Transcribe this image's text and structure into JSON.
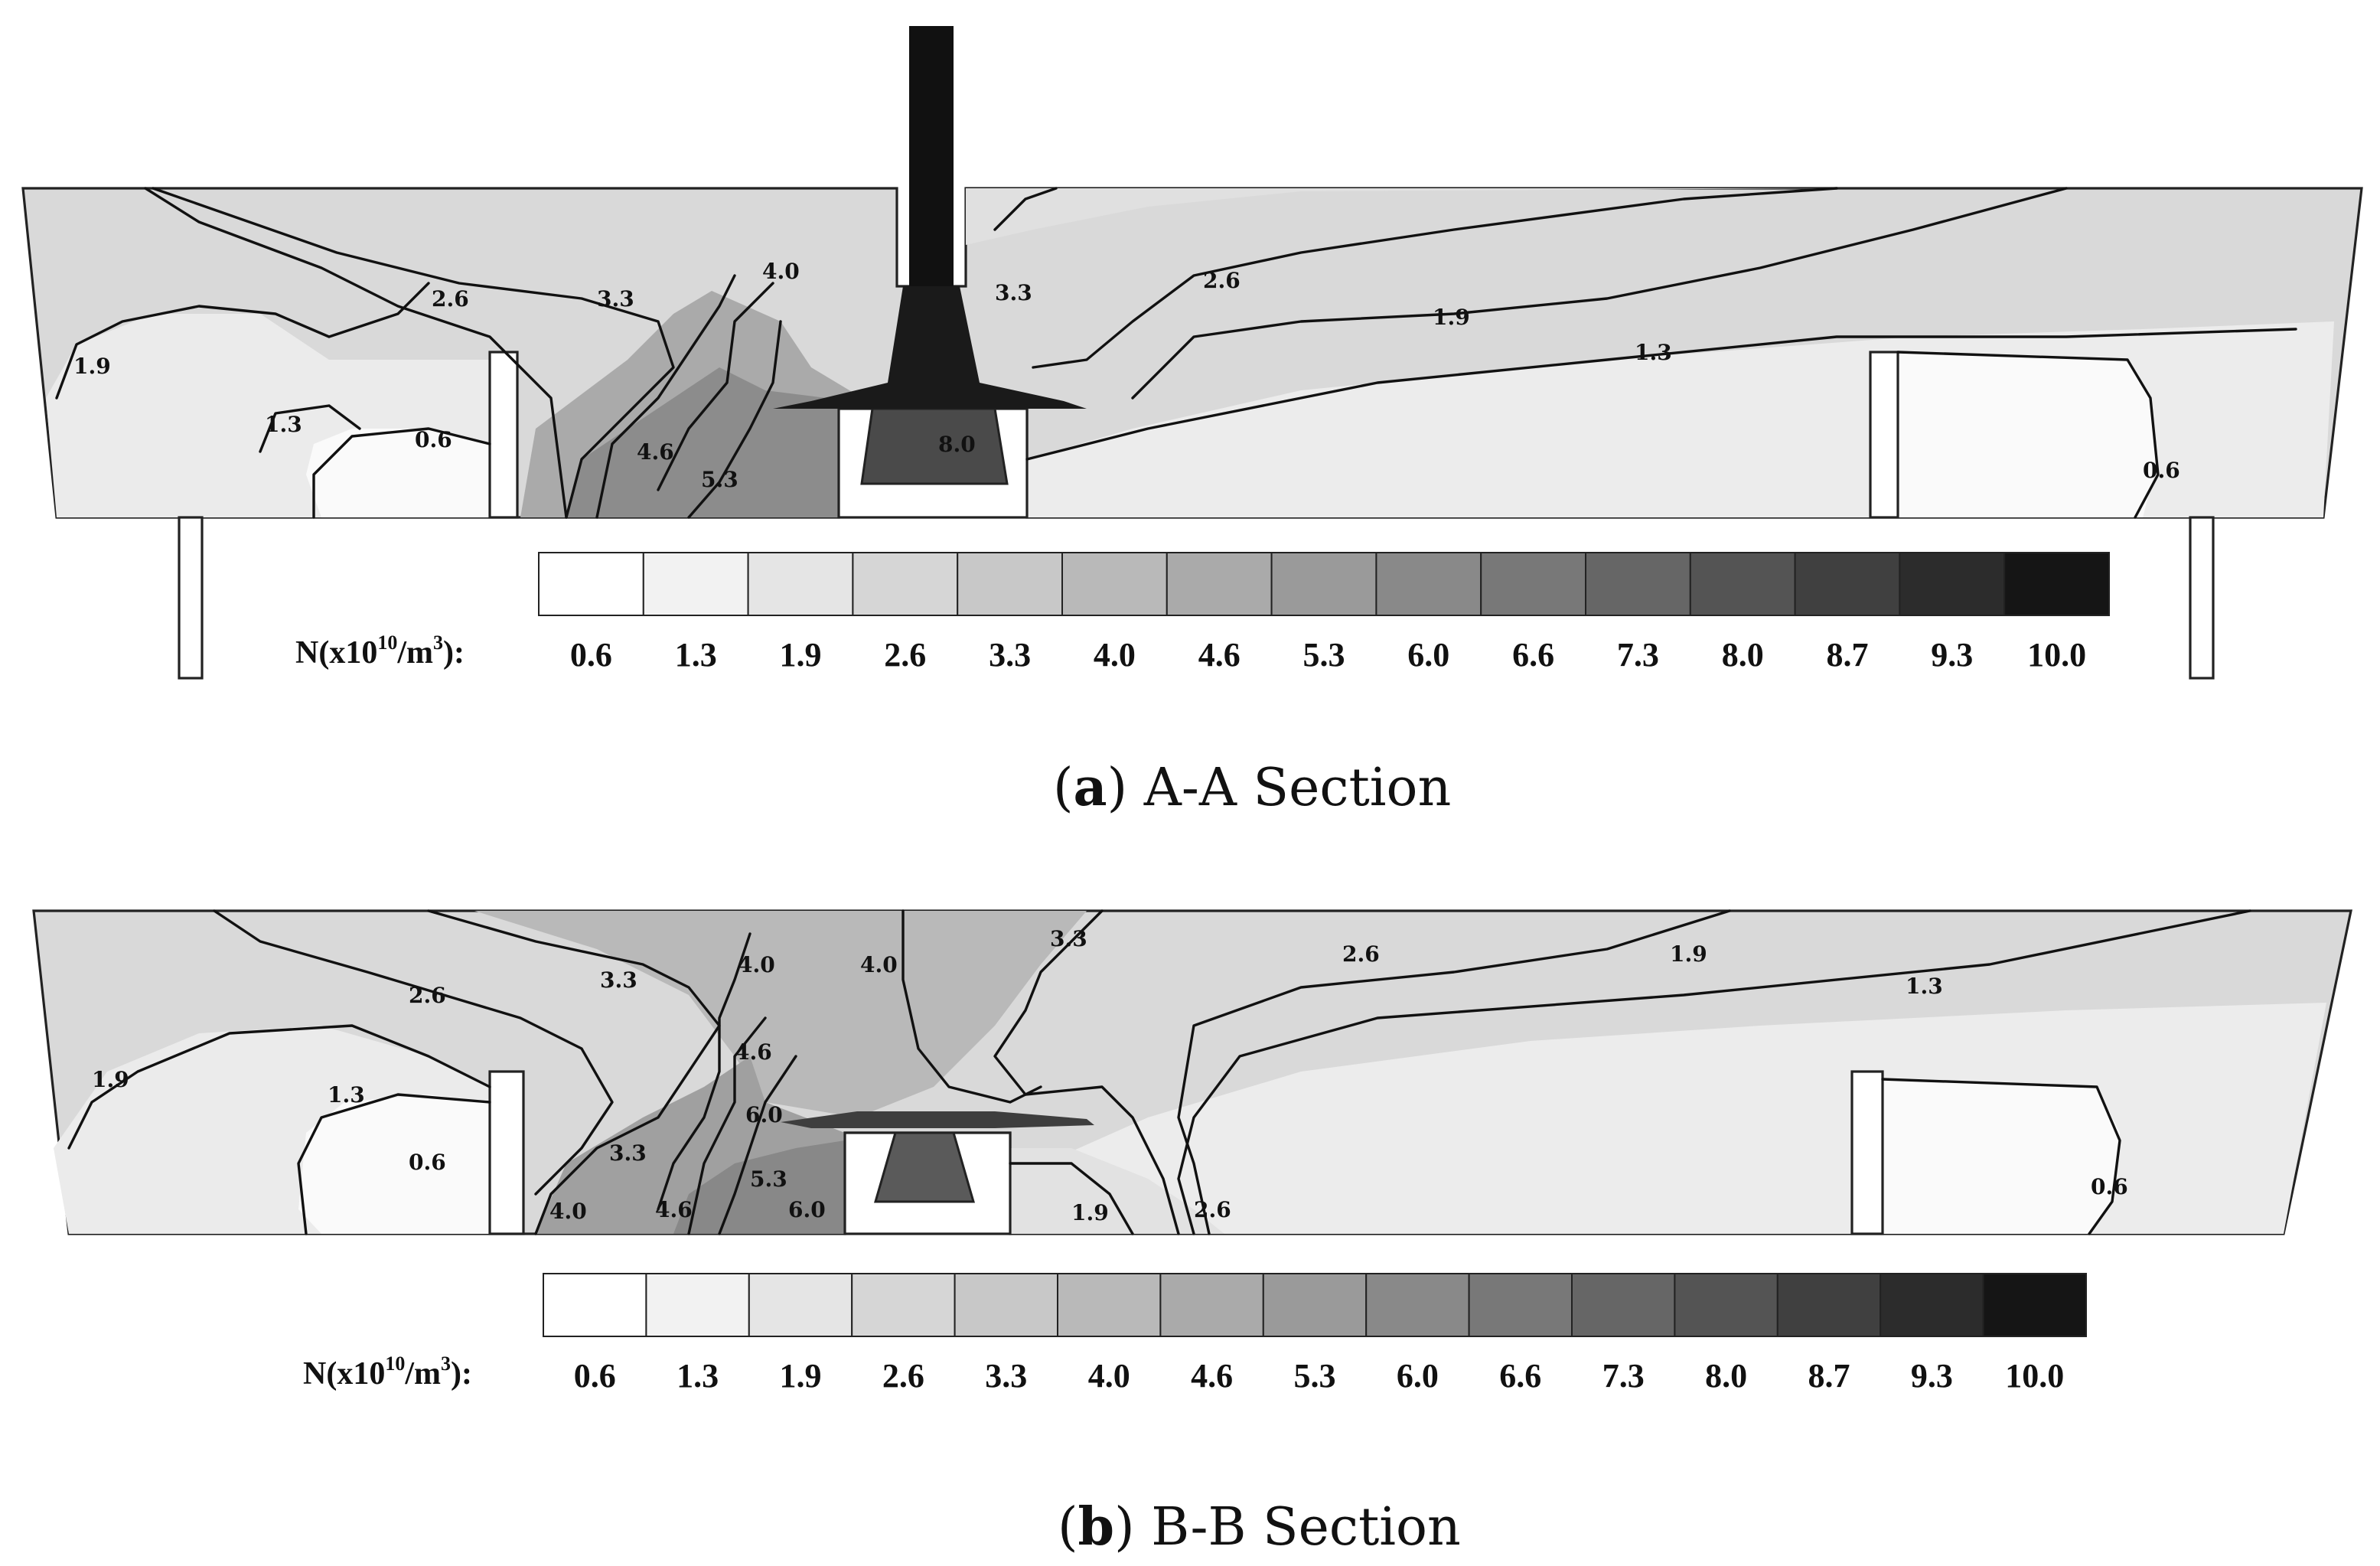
{
  "colorbar_levels": [
    "0.6",
    "1.3",
    "1.9",
    "2.6",
    "3.3",
    "4.0",
    "4.6",
    "5.3",
    "6.0",
    "6.6",
    "7.3",
    "8.0",
    "8.7",
    "9.3",
    "10.0"
  ],
  "colorbar_fills": [
    "#ffffff",
    "#f2f2f2",
    "#e5e5e5",
    "#d6d6d6",
    "#c8c8c8",
    "#b9b9b9",
    "#aaaaaa",
    "#9a9a9a",
    "#898989",
    "#787878",
    "#666666",
    "#545454",
    "#404040",
    "#2c2c2c",
    "#151515"
  ],
  "panel_a": {
    "caption_letter": "a",
    "caption_text": "A-A Section",
    "scale_title_prefix": "N(x10",
    "scale_title_exp1": "10",
    "scale_title_mid": "/m",
    "scale_title_exp2": "3",
    "scale_title_suffix": "):",
    "contour_labels": [
      "1.9",
      "1.3",
      "0.6",
      "2.6",
      "3.3",
      "4.0",
      "4.6",
      "5.3",
      "8.0",
      "3.3",
      "2.6",
      "1.9",
      "1.3",
      "0.6"
    ]
  },
  "panel_b": {
    "caption_letter": "b",
    "caption_text": "B-B Section",
    "scale_title_prefix": "N(x10",
    "scale_title_exp1": "10",
    "scale_title_mid": "/m",
    "scale_title_exp2": "3",
    "scale_title_suffix": "):",
    "contour_labels": [
      "1.9",
      "2.6",
      "1.3",
      "0.6",
      "3.3",
      "4.0",
      "4.0",
      "4.6",
      "6.0",
      "3.3",
      "4.0",
      "4.6",
      "5.3",
      "6.0",
      "3.3",
      "2.6",
      "1.9",
      "1.3",
      "0.6",
      "1.9",
      "2.6"
    ]
  }
}
